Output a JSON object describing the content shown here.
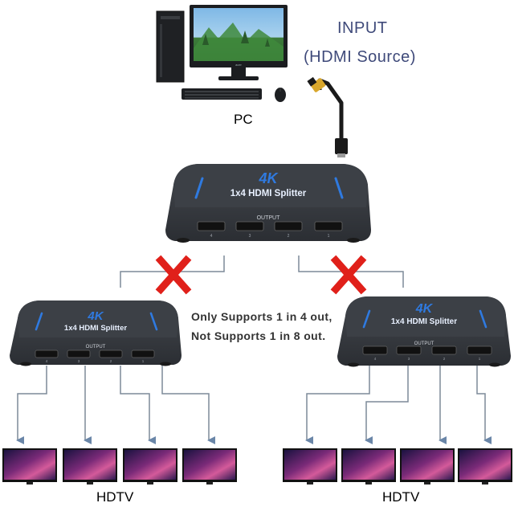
{
  "input": {
    "line1": "INPUT",
    "line2": "(HDMI Source)"
  },
  "pc_label": "PC",
  "note": {
    "line1": "Only Supports 1 in 4 out,",
    "line2": "Not Supports 1 in 8 out."
  },
  "splitter": {
    "logo": "4K",
    "title": "1x4 HDMI Splitter",
    "output_label": "OUTPUT",
    "port_numbers": [
      "4",
      "3",
      "2",
      "1"
    ]
  },
  "hdtv_label": "HDTV",
  "monitor_brand": "acer",
  "colors": {
    "input_text": "#3f4a7a",
    "device_body": "#3a3d42",
    "accent_blue": "#2f7ae0",
    "cross_red": "#e0201a",
    "arrow": "#7d8a99"
  }
}
